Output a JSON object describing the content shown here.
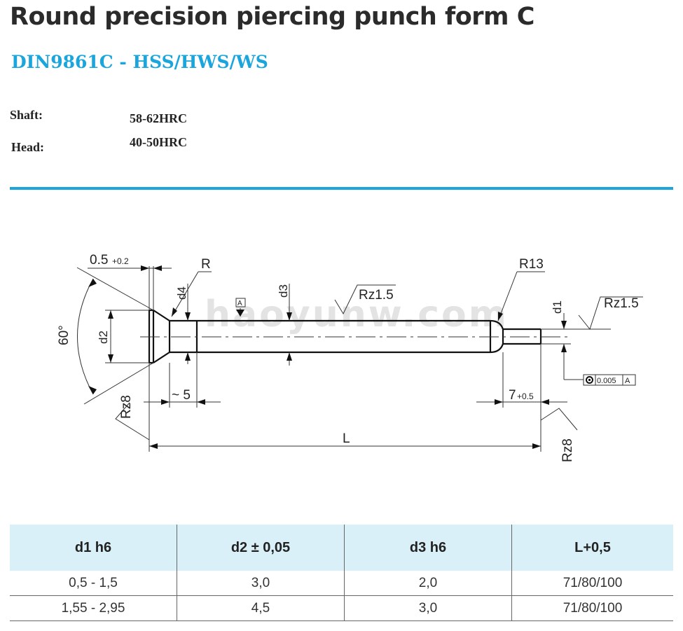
{
  "header": {
    "title": "Round precision piercing punch form C",
    "subtitle": "DIN9861C - HSS/HWS/WS"
  },
  "specs": [
    {
      "label": "Shaft:",
      "value": "58-62HRC"
    },
    {
      "label": "Head:",
      "value": "40-50HRC"
    }
  ],
  "drawing": {
    "head_thickness": "0.5",
    "head_tol": "+0.2",
    "radius": "R",
    "d4": "d4",
    "datum": "A",
    "d3": "d3",
    "roughness_shaft": "Rz1.5",
    "r13": "R13",
    "d1": "d1",
    "roughness_tip": "Rz1.5",
    "angle": "60°",
    "d2": "d2",
    "rz8_head": "Rz8",
    "approx5": "~ 5",
    "tip_length": "7",
    "tip_tol": "+0.5",
    "concentricity": "0.005",
    "concentricity_datum": "A",
    "length": "L",
    "rz8_end": "Rz8",
    "watermark": "haoyunw.com"
  },
  "table": {
    "headers": [
      "d1 h6",
      "d2 ± 0,05",
      "d3 h6",
      "L+0,5"
    ],
    "rows": [
      [
        "0,5 - 1,5",
        "3,0",
        "2,0",
        "71/80/100"
      ],
      [
        "1,55 - 2,95",
        "4,5",
        "3,0",
        "71/80/100"
      ]
    ]
  }
}
